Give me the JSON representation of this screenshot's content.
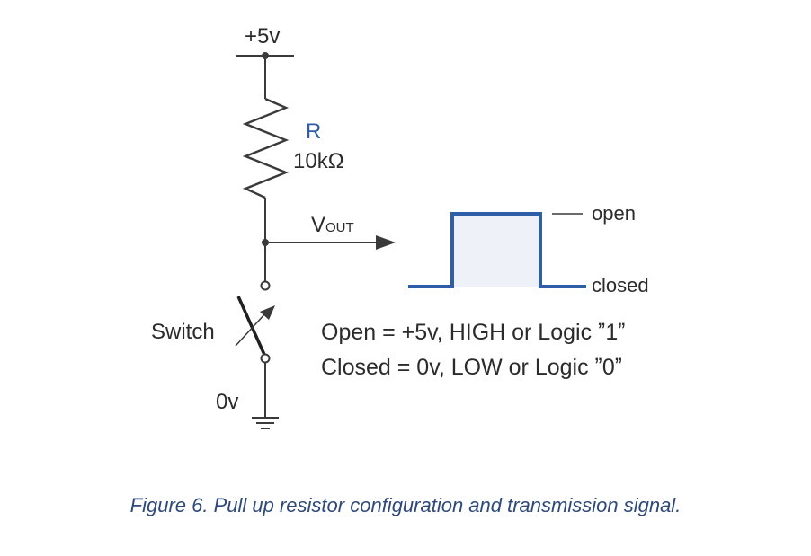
{
  "circuit": {
    "supply_label": "+5v",
    "resistor_name": "R",
    "resistor_value": "10kΩ",
    "vout_main": "V",
    "vout_sub": "OUT",
    "switch_label": "Switch",
    "ground_label": "0v"
  },
  "signal": {
    "open_label": "open",
    "closed_label": "closed",
    "line_color": "#2f5ea8",
    "fill_color": "#eef1f8"
  },
  "legend": {
    "open_line": "Open = +5v, HIGH or Logic ˮ1ˮ",
    "closed_line": "Closed = 0v, LOW or Logic ˮ0ˮ"
  },
  "caption": "Figure 6. Pull up resistor configuration and transmission signal."
}
